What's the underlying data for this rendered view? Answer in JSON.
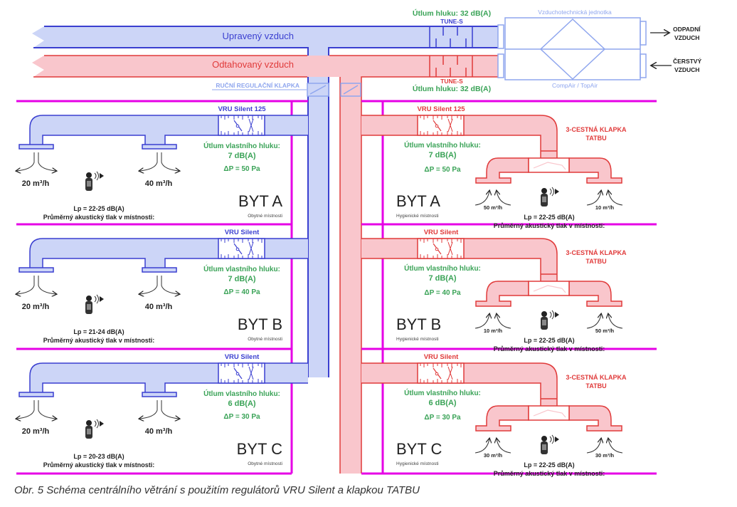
{
  "colors": {
    "supply_fill": "#ccd5f7",
    "supply_stroke": "#3a3fd0",
    "extract_fill": "#f9c6cc",
    "extract_stroke": "#e03a3a",
    "wall": "#e600e6",
    "green_text": "#3aa357",
    "unit_stroke": "#8fa6ee",
    "unit_text": "#8fa6ee",
    "dark_text": "#222222"
  },
  "main_ducts": {
    "supply_label": "Upravený vzduch",
    "extract_label": "Odtahovaný vzduch",
    "manual_damper_label": "RUČNÍ REGULAČNÍ KLAPKA"
  },
  "silencers": {
    "top_attenuation": "Útlum hluku: 32 dB(A)",
    "top_name": "TUNE-S",
    "bottom_name": "TUNE-S",
    "bottom_attenuation": "Útlum hluku: 32 dB(A)"
  },
  "ahu": {
    "title": "Vzduchotechnická jednotka",
    "model": "CompAir / TopAir",
    "outlet_line1": "ODPADNÍ",
    "outlet_line2": "VZDUCH",
    "inlet_line1": "ČERSTVÝ",
    "inlet_line2": "VZDUCH"
  },
  "apartments": [
    {
      "name": "BYT A",
      "living": {
        "vru_label": "VRU Silent 125",
        "attenuation_label": "Útlum vlastního hluku:",
        "attenuation_value": "7 dB(A)",
        "pressure": "ΔP = 50 Pa",
        "flow_left": "20 m³/h",
        "flow_right": "40 m³/h",
        "lp": "Lp = 22-25 dB(A)",
        "lp_desc": "Průměrný akustický tlak v místnosti:",
        "room_type": "Obytné místnosti"
      },
      "hygienic": {
        "vru_label": "VRU Silent 125",
        "attenuation_label": "Útlum vlastního hluku:",
        "attenuation_value": "7 dB(A)",
        "pressure": "ΔP = 50 Pa",
        "damper_line1": "3-CESTNÁ KLAPKA",
        "damper_line2": "TATBU",
        "flow_left": "50 m³/h",
        "flow_right": "10 m³/h",
        "lp": "Lp = 22-25 dB(A)",
        "lp_desc": "Průměrný akustický tlak v místnosti:",
        "room_type": "Hygienické místnosti"
      }
    },
    {
      "name": "BYT B",
      "living": {
        "vru_label": "VRU Silent",
        "attenuation_label": "Útlum vlastního hluku:",
        "attenuation_value": "7 dB(A)",
        "pressure": "ΔP = 40 Pa",
        "flow_left": "20 m³/h",
        "flow_right": "40 m³/h",
        "lp": "Lp = 21-24 dB(A)",
        "lp_desc": "Průměrný akustický tlak v místnosti:",
        "room_type": "Obytné místnosti"
      },
      "hygienic": {
        "vru_label": "VRU Silent",
        "attenuation_label": "Útlum vlastního hluku:",
        "attenuation_value": "7 dB(A)",
        "pressure": "ΔP = 40 Pa",
        "damper_line1": "3-CESTNÁ KLAPKA",
        "damper_line2": "TATBU",
        "flow_left": "10 m³/h",
        "flow_right": "50 m³/h",
        "lp": "Lp = 22-25 dB(A)",
        "lp_desc": "Průměrný akustický tlak v místnosti:",
        "room_type": "Hygienické místnosti"
      }
    },
    {
      "name": "BYT C",
      "living": {
        "vru_label": "VRU Silent",
        "attenuation_label": "Útlum vlastního hluku:",
        "attenuation_value": "6 dB(A)",
        "pressure": "ΔP = 30 Pa",
        "flow_left": "20 m³/h",
        "flow_right": "40 m³/h",
        "lp": "Lp = 20-23 dB(A)",
        "lp_desc": "Průměrný akustický tlak v místnosti:",
        "room_type": "Obytné místnosti"
      },
      "hygienic": {
        "vru_label": "VRU Silent",
        "attenuation_label": "Útlum vlastního hluku:",
        "attenuation_value": "6 dB(A)",
        "pressure": "ΔP = 30 Pa",
        "damper_line1": "3-CESTNÁ KLAPKA",
        "damper_line2": "TATBU",
        "flow_left": "30 m³/h",
        "flow_right": "30 m³/h",
        "lp": "Lp = 22-25 dB(A)",
        "lp_desc": "Průměrný akustický tlak v místnosti:",
        "room_type": "Hygienické místnosti"
      }
    }
  ],
  "caption": "Obr. 5 Schéma centrálního větrání s použitím regulátorů VRU Silent a klapkou TATBU"
}
